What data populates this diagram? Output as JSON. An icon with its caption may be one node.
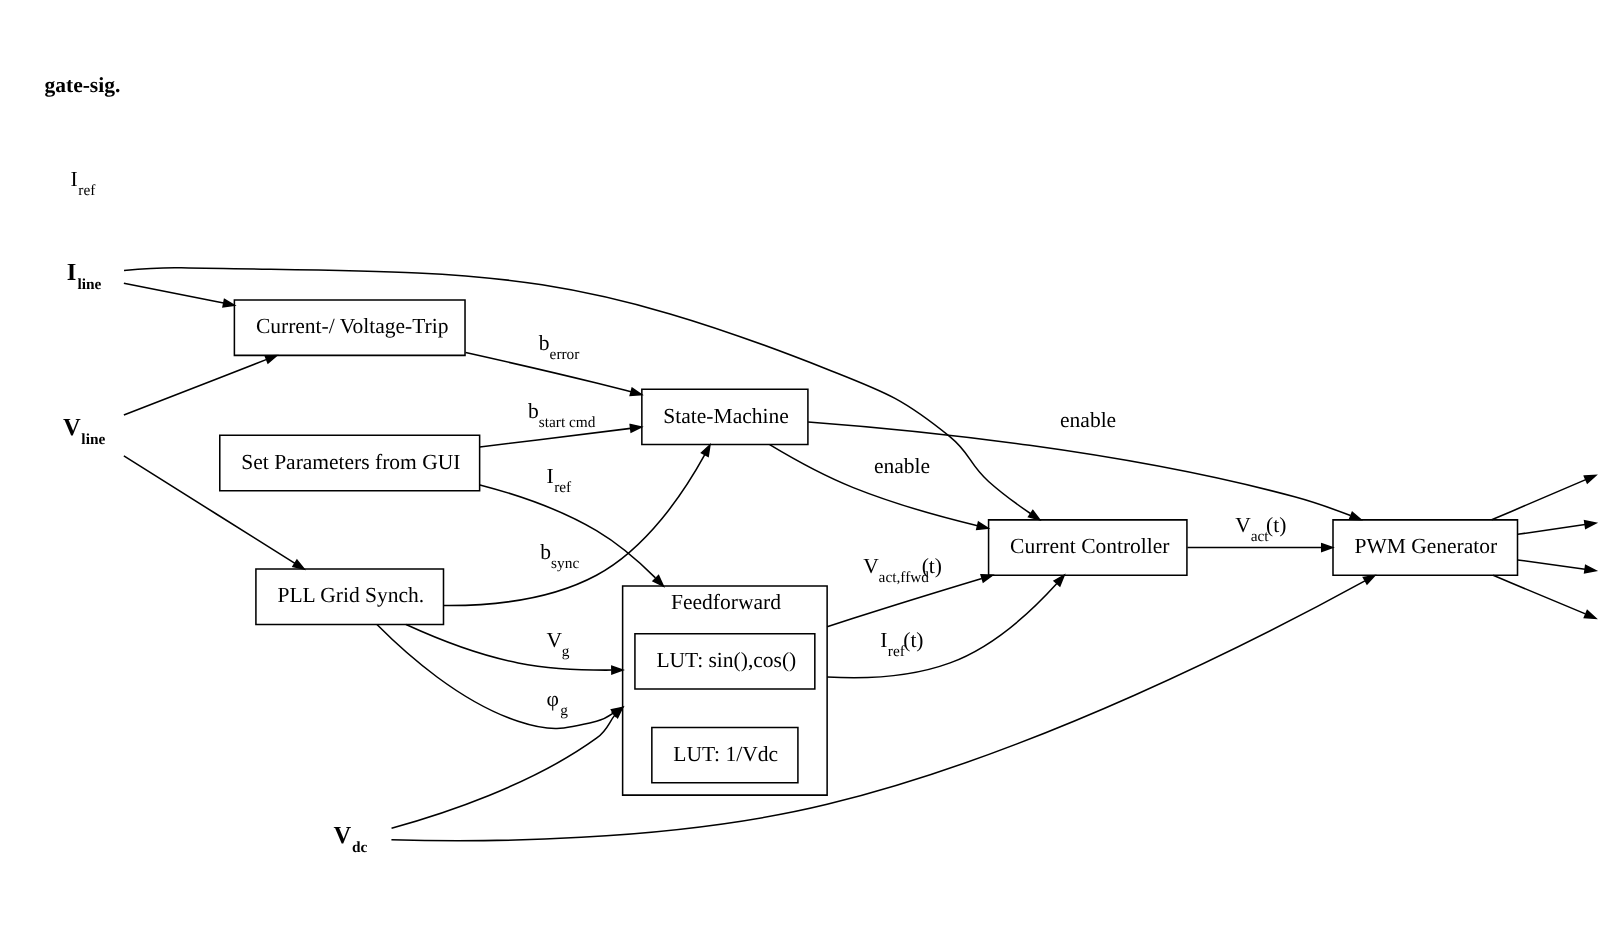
{
  "diagram": {
    "nodes": [
      {
        "text": [
          "Set Parameters from GUI"
        ]
      },
      {
        "text": [
          "Feedforward"
        ]
      },
      {
        "text": [
          "LUT: sin(),cos()"
        ],
        "in": 1
      },
      {
        "text": [
          "LUT: 1/Vdc"
        ],
        "in": 1
      },
      {
        "text": [
          "PLL Grid Synch."
        ]
      },
      {
        "text": [
          "V$_{line}$"
        ]
      },
      {
        "text": [
          "I$_{line}$"
        ]
      },
      {
        "text": [
          "V$_{dc}$"
        ]
      },
      {
        "text": [
          "Current-/ Voltage-Trip"
        ]
      },
      {
        "text": [
          "Current Controller"
        ]
      },
      {
        "text": [
          "State-Machine"
        ]
      },
      {
        "text": [
          "PWM Generator"
        ]
      }
    ],
    "edges": [
      {
        "from": 0,
        "to": 1,
        "arrow": "to",
        "label": "I$_{ref}$"
      },
      {
        "from": 4,
        "to": 1,
        "arrow": "to",
        "label": "V$_{g}$"
      },
      {
        "from": 4,
        "to": 1,
        "arrow": "to",
        "label": "φ$_{g}$"
      },
      {
        "from": 5,
        "to": 4,
        "arrow": "to"
      },
      {
        "from": 5,
        "to": 8,
        "arrow": "to"
      },
      {
        "from": 6,
        "to": 8,
        "arrow": "to"
      },
      {
        "from": 6,
        "to": 9,
        "arrow": "to"
      },
      {
        "from": 7,
        "to": 1,
        "arrow": "to"
      },
      {
        "from": 7,
        "to": 11,
        "arrow": "to"
      },
      {
        "from": 1,
        "to": 9,
        "arrow": "to",
        "label": "I$_{ref}$(t)"
      },
      {
        "from": 1,
        "to": 9,
        "arrow": "to",
        "label": "V$_{act,ffwd}$(t)"
      },
      {
        "from": 4,
        "to": 10,
        "arrow": "to",
        "label": "b$_{sync}$"
      },
      {
        "from": 8,
        "to": 10,
        "arrow": "to",
        "label": "b$_{error}$"
      },
      {
        "from": 0,
        "to": 10,
        "arrow": "to",
        "label": "b$_{start cmd}$"
      },
      {
        "from": 10,
        "to": 9,
        "arrow": "to",
        "label": "enable"
      },
      {
        "from": 10,
        "to": 11,
        "arrow": "to",
        "label": "enable"
      },
      {
        "from": 9,
        "to": 11,
        "arrow": "to",
        "label": "V$_{act}$(t)"
      },
      {
        "from": 11,
        "to": null,
        "arrow": "to"
      },
      {
        "from": 11,
        "to": null,
        "arrow": "to"
      },
      {
        "from": 11,
        "to": null,
        "arrow": "to"
      },
      {
        "from": 11,
        "to": null,
        "arrow": "to"
      }
    ],
    "labels": [
      "I$_{ref}$",
      "gate-sig."
    ]
  }
}
